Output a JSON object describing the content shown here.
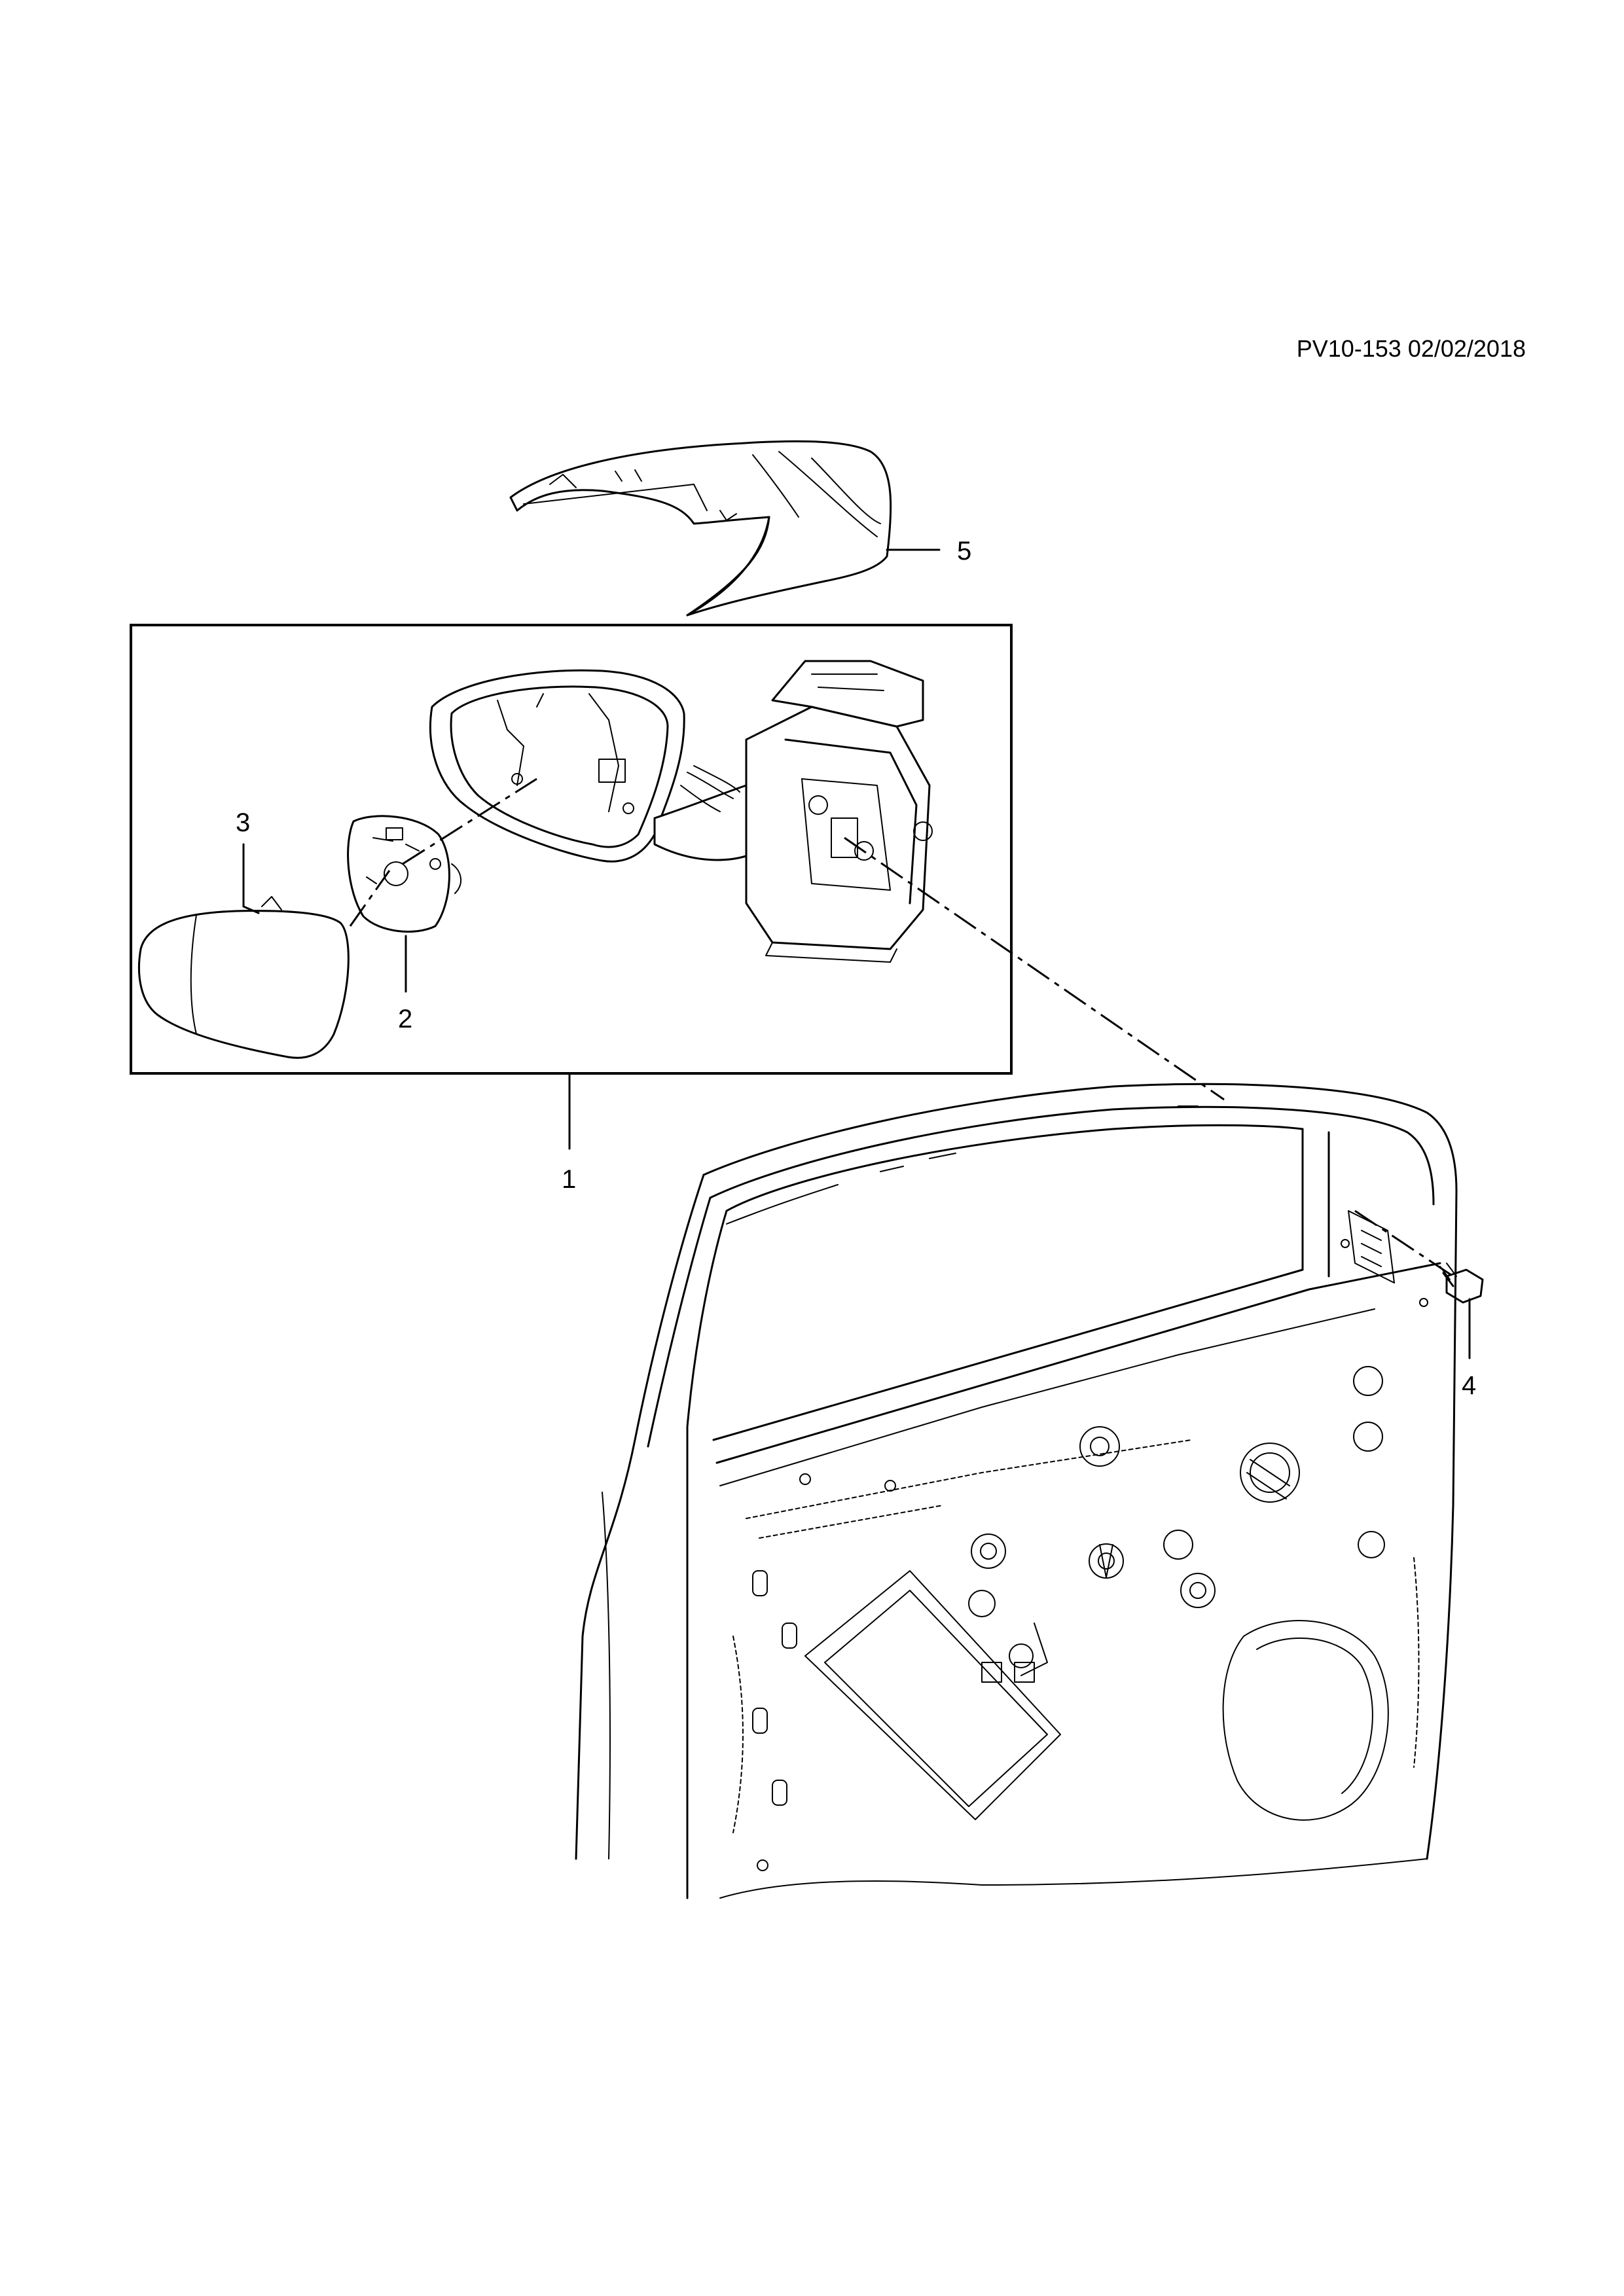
{
  "diagram_ref": "PV10-153 02/02/2018",
  "callouts": [
    {
      "id": "callout-1",
      "label": "1"
    },
    {
      "id": "callout-2",
      "label": "2"
    },
    {
      "id": "callout-3",
      "label": "3"
    },
    {
      "id": "callout-4",
      "label": "4"
    },
    {
      "id": "callout-5",
      "label": "5"
    }
  ]
}
